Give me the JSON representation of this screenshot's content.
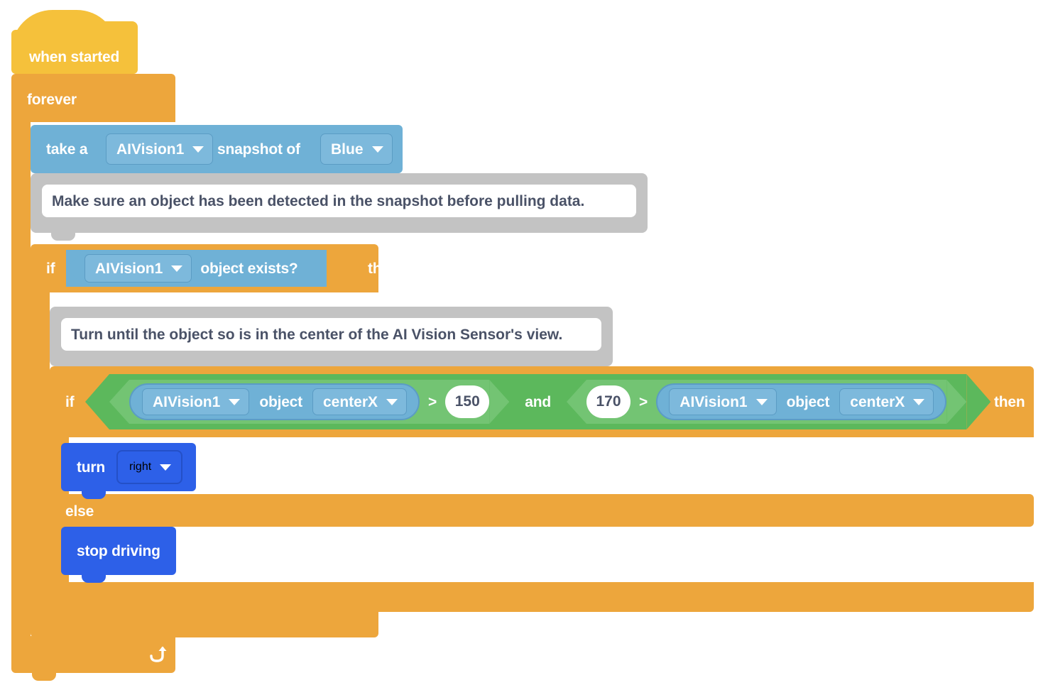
{
  "program": {
    "hat": {
      "label": "when started"
    },
    "forever": {
      "label": "forever",
      "loop_icon": "loop-arrow-icon"
    },
    "snapshot": {
      "prefix": "take a",
      "device": "AIVision1",
      "middle": "snapshot of",
      "target": "Blue"
    },
    "comment1": {
      "text": "Make sure an object has been detected in the snapshot before pulling data."
    },
    "if_exists": {
      "if_label": "if",
      "then_label": "then",
      "device": "AIVision1",
      "condition": "object exists?"
    },
    "comment2": {
      "text": "Turn until the object so is in the center of the AI Vision Sensor's view."
    },
    "if_center": {
      "if_label": "if",
      "then_label": "then",
      "else_label": "else",
      "and_label": "and",
      "left": {
        "device": "AIVision1",
        "object_label": "object",
        "property": "centerX",
        "operator": ">",
        "value": "150"
      },
      "right": {
        "value": "170",
        "operator": ">",
        "device": "AIVision1",
        "object_label": "object",
        "property": "centerX"
      }
    },
    "turn": {
      "label": "turn",
      "direction": "right"
    },
    "stop": {
      "label": "stop driving"
    }
  },
  "colors": {
    "hat_yellow": "#f5c13b",
    "control_orange": "#eda63c",
    "sensing_blue": "#6fb1d6",
    "operator_green": "#5cb85c",
    "operator_green_inner": "#73c473",
    "motion_blue": "#2d60e8",
    "comment_gray": "#c3c3c3",
    "comment_text": "#4a5267",
    "canvas": "#ffffff"
  }
}
